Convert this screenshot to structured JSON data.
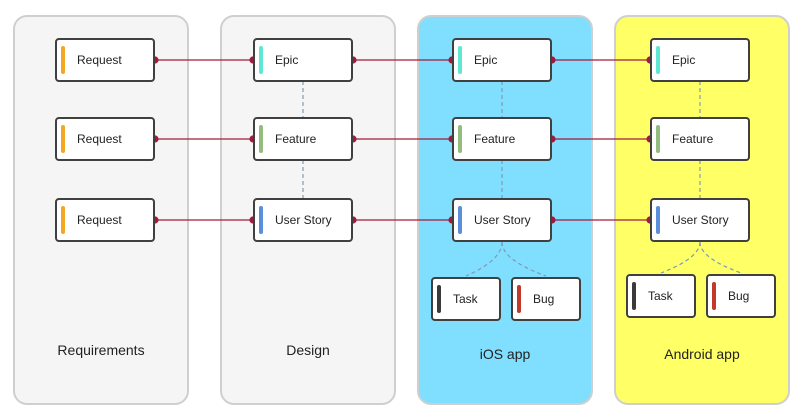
{
  "colors": {
    "request": "#f5a623",
    "epic": "#5ee8d3",
    "feature": "#93bd7e",
    "user_story": "#5b8fdc",
    "task": "#3a3a3a",
    "bug": "#c0392b",
    "connector": "#a01c3c",
    "dashed": "#7f9bb3",
    "lane_grey": "#f5f5f5",
    "lane_ios": "#80deff",
    "lane_android": "#ffff66"
  },
  "lanes": {
    "requirements": {
      "title": "Requirements"
    },
    "design": {
      "title": "Design"
    },
    "ios": {
      "title": "iOS app"
    },
    "android": {
      "title": "Android app"
    }
  },
  "cards": {
    "request": "Request",
    "epic": "Epic",
    "feature": "Feature",
    "user_story": "User Story",
    "task": "Task",
    "bug": "Bug"
  }
}
